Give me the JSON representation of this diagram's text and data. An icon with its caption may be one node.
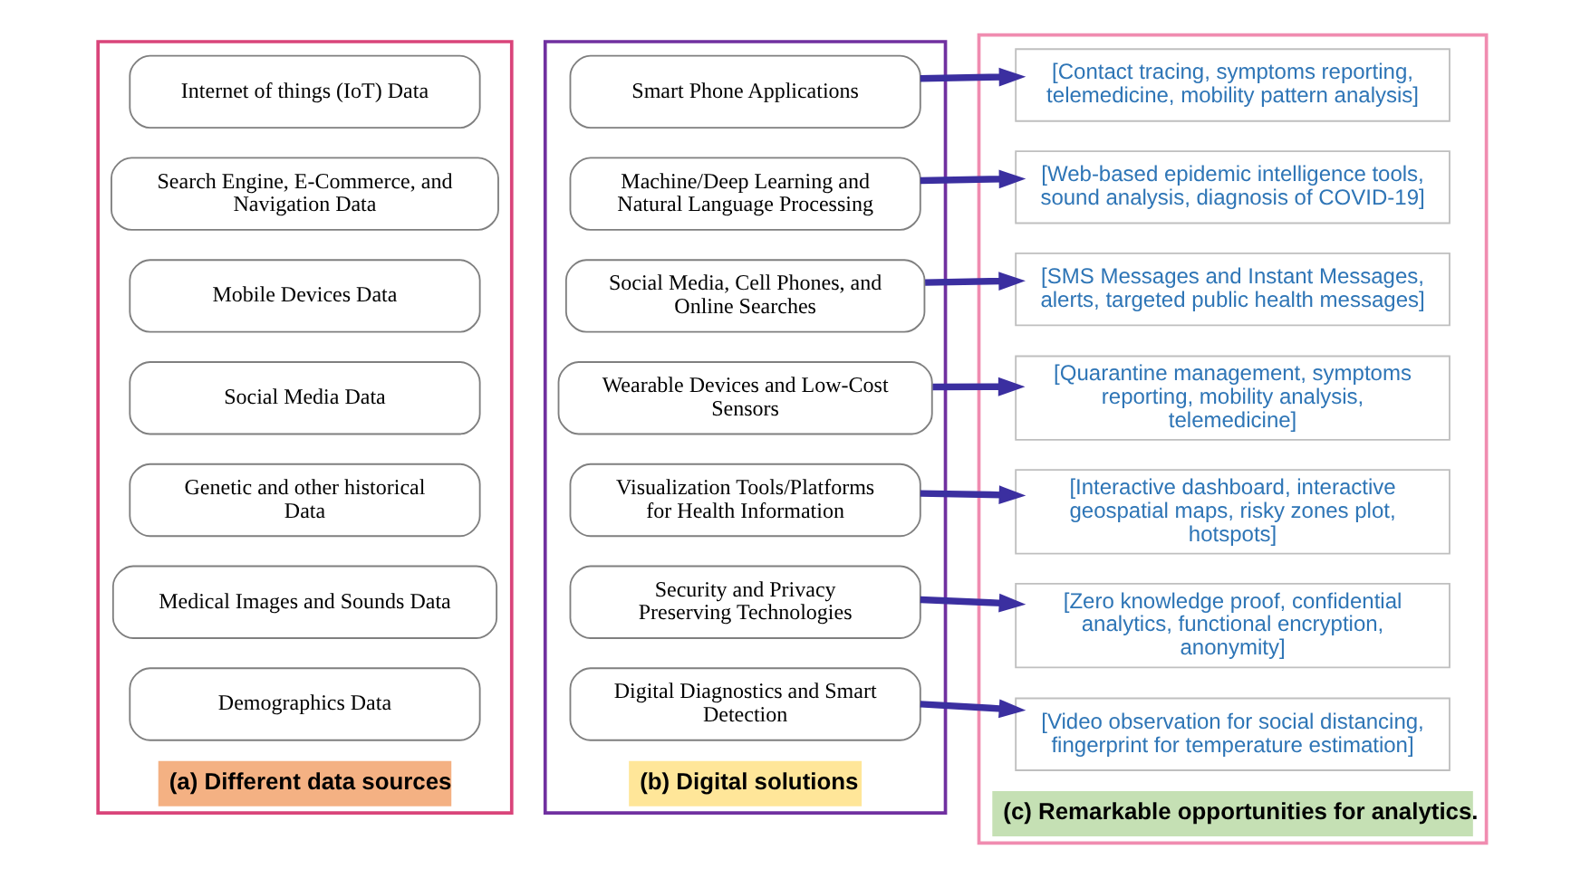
{
  "diagram": {
    "nodes": [
      {
        "text": [
          "(a) Different data sources"
        ]
      },
      {
        "text": [
          "Internet of things (IoT) Data"
        ],
        "in": 0
      },
      {
        "text": [
          "Search Engine, E-Commerce, and Navigation Data"
        ],
        "in": 0
      },
      {
        "text": [
          "Mobile Devices Data"
        ],
        "in": 0
      },
      {
        "text": [
          "Social Media Data"
        ],
        "in": 0
      },
      {
        "text": [
          "Genetic and other historical Data"
        ],
        "in": 0
      },
      {
        "text": [
          "Medical Images and Sounds Data"
        ],
        "in": 0
      },
      {
        "text": [
          "Demographics Data"
        ],
        "in": 0
      },
      {
        "text": [
          "(b) Digital solutions"
        ]
      },
      {
        "text": [
          "Smart Phone Applications"
        ],
        "in": 8
      },
      {
        "text": [
          "Machine/Deep Learning and Natural Language Processing"
        ],
        "in": 8
      },
      {
        "text": [
          "Social Media, Cell Phones, and Online Searches"
        ],
        "in": 8
      },
      {
        "text": [
          "Wearable Devices and Low-Cost Sensors"
        ],
        "in": 8
      },
      {
        "text": [
          "Visualization Tools/Platforms for Health Information"
        ],
        "in": 8
      },
      {
        "text": [
          "Security and Privacy Preserving Technologies"
        ],
        "in": 8
      },
      {
        "text": [
          "Digital Diagnostics and Smart Detection"
        ],
        "in": 8
      },
      {
        "text": [
          "(c) Remarkable opportunities for analytics."
        ]
      },
      {
        "text": [
          "[Contact tracing, symptoms reporting, telemedicine, mobility pattern analysis]"
        ],
        "in": 16
      },
      {
        "text": [
          "[Web-based epidemic intelligence tools, sound analysis, diagnosis of COVID-19]"
        ],
        "in": 16
      },
      {
        "text": [
          "[SMS Messages and Instant Messages, alerts, targeted public health messages]"
        ],
        "in": 16
      },
      {
        "text": [
          "[Quarantine management, symptoms reporting, mobility analysis, telemedicine]"
        ],
        "in": 16
      },
      {
        "text": [
          "[Interactive dashboard, interactive geospatial maps, risky zones plot, hotspots]"
        ],
        "in": 16
      },
      {
        "text": [
          "[Zero knowledge proof, confidential analytics, functional encryption, anonymity]"
        ],
        "in": 16
      },
      {
        "text": [
          "[Video observation for social distancing, fingerprint for temperature estimation]"
        ],
        "in": 16
      }
    ],
    "edges": [
      {
        "from": 9,
        "to": 17,
        "arrow": "to"
      },
      {
        "from": 10,
        "to": 18,
        "arrow": "to"
      },
      {
        "from": 11,
        "to": 19,
        "arrow": "to"
      },
      {
        "from": 12,
        "to": 20,
        "arrow": "to"
      },
      {
        "from": 13,
        "to": 21,
        "arrow": "to"
      },
      {
        "from": 14,
        "to": 22,
        "arrow": "to"
      },
      {
        "from": 15,
        "to": 23,
        "arrow": "to"
      }
    ]
  }
}
